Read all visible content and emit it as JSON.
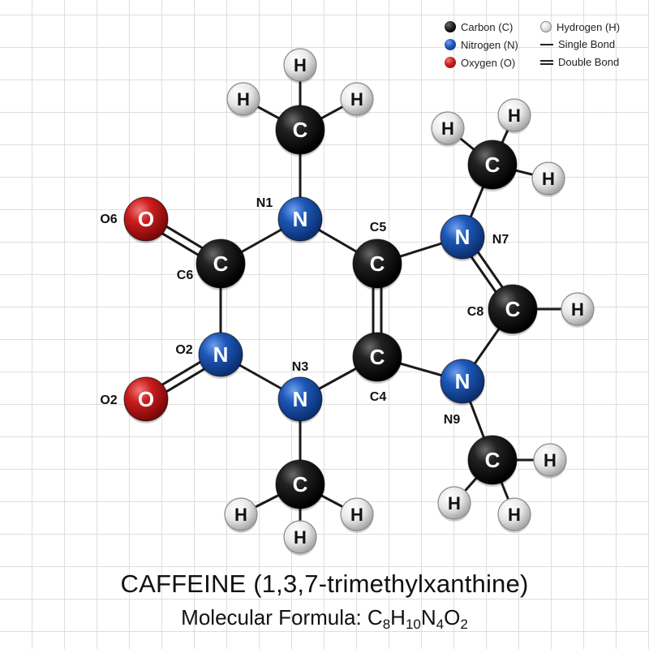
{
  "title": "CAFFEINE (1,3,7-trimethylxanthine)",
  "formula": {
    "label": "Molecular Formula: ",
    "parts": [
      {
        "el": "C",
        "sub": "8"
      },
      {
        "el": "H",
        "sub": "10"
      },
      {
        "el": "N",
        "sub": "4"
      },
      {
        "el": "O",
        "sub": "2"
      }
    ]
  },
  "legend": {
    "carbon": "Carbon (C)",
    "hydrogen": "Hydrogen (H)",
    "nitrogen": "Nitrogen (N)",
    "single_bond": "Single Bond",
    "oxygen": "Oxygen (O)",
    "double_bond": "Double Bond"
  },
  "colors": {
    "carbon": "#111111",
    "nitrogen": "#1d57b8",
    "oxygen": "#cc1d1d",
    "hydrogen": "#e8e8e8",
    "bond": "#1a1a1a",
    "grid": "#dedede"
  },
  "atoms": [
    {
      "id": "N1",
      "el": "N",
      "label": "N1"
    },
    {
      "id": "C5",
      "el": "C",
      "label": "C5"
    },
    {
      "id": "C4",
      "el": "C",
      "label": "C4"
    },
    {
      "id": "N3",
      "el": "N",
      "label": "N3"
    },
    {
      "id": "N2",
      "el": "N",
      "label": "O2"
    },
    {
      "id": "C6",
      "el": "C",
      "label": "C6"
    },
    {
      "id": "O6",
      "el": "O",
      "label": "O6"
    },
    {
      "id": "O2",
      "el": "O",
      "label": "O2"
    },
    {
      "id": "N7",
      "el": "N",
      "label": "N7"
    },
    {
      "id": "C8",
      "el": "C",
      "label": "C8"
    },
    {
      "id": "N9",
      "el": "N",
      "label": "N9"
    },
    {
      "id": "CM1",
      "el": "C",
      "label": ""
    },
    {
      "id": "CM3",
      "el": "C",
      "label": ""
    },
    {
      "id": "CM7",
      "el": "C",
      "label": ""
    },
    {
      "id": "CM9",
      "el": "C",
      "label": ""
    },
    {
      "id": "H1a",
      "el": "H",
      "label": ""
    },
    {
      "id": "H1b",
      "el": "H",
      "label": ""
    },
    {
      "id": "H1c",
      "el": "H",
      "label": ""
    },
    {
      "id": "H3a",
      "el": "H",
      "label": ""
    },
    {
      "id": "H3b",
      "el": "H",
      "label": ""
    },
    {
      "id": "H3c",
      "el": "H",
      "label": ""
    },
    {
      "id": "H7a",
      "el": "H",
      "label": ""
    },
    {
      "id": "H7b",
      "el": "H",
      "label": ""
    },
    {
      "id": "H7c",
      "el": "H",
      "label": ""
    },
    {
      "id": "H8",
      "el": "H",
      "label": ""
    },
    {
      "id": "H9a",
      "el": "H",
      "label": ""
    },
    {
      "id": "H9b",
      "el": "H",
      "label": ""
    },
    {
      "id": "H9c",
      "el": "H",
      "label": ""
    }
  ],
  "bonds": [
    {
      "a": "N1",
      "b": "C5",
      "order": 1
    },
    {
      "a": "C5",
      "b": "C4",
      "order": 2
    },
    {
      "a": "C4",
      "b": "N3",
      "order": 1
    },
    {
      "a": "N3",
      "b": "N2",
      "order": 1
    },
    {
      "a": "N2",
      "b": "C6",
      "order": 1
    },
    {
      "a": "C6",
      "b": "N1",
      "order": 1
    },
    {
      "a": "C6",
      "b": "O6",
      "order": 2
    },
    {
      "a": "N2",
      "b": "O2",
      "order": 2
    },
    {
      "a": "C5",
      "b": "N7",
      "order": 1
    },
    {
      "a": "N7",
      "b": "C8",
      "order": 2
    },
    {
      "a": "C8",
      "b": "N9",
      "order": 1
    },
    {
      "a": "N9",
      "b": "C4",
      "order": 1
    },
    {
      "a": "N1",
      "b": "CM1",
      "order": 1
    },
    {
      "a": "N3",
      "b": "CM3",
      "order": 1
    },
    {
      "a": "N7",
      "b": "CM7",
      "order": 1
    },
    {
      "a": "N9",
      "b": "CM9",
      "order": 1
    },
    {
      "a": "CM1",
      "b": "H1a",
      "order": 1
    },
    {
      "a": "CM1",
      "b": "H1b",
      "order": 1
    },
    {
      "a": "CM1",
      "b": "H1c",
      "order": 1
    },
    {
      "a": "CM3",
      "b": "H3a",
      "order": 1
    },
    {
      "a": "CM3",
      "b": "H3b",
      "order": 1
    },
    {
      "a": "CM3",
      "b": "H3c",
      "order": 1
    },
    {
      "a": "CM7",
      "b": "H7a",
      "order": 1
    },
    {
      "a": "CM7",
      "b": "H7b",
      "order": 1
    },
    {
      "a": "CM7",
      "b": "H7c",
      "order": 1
    },
    {
      "a": "C8",
      "b": "H8",
      "order": 1
    },
    {
      "a": "CM9",
      "b": "H9a",
      "order": 1
    },
    {
      "a": "CM9",
      "b": "H9b",
      "order": 1
    },
    {
      "a": "CM9",
      "b": "H9c",
      "order": 1
    }
  ]
}
